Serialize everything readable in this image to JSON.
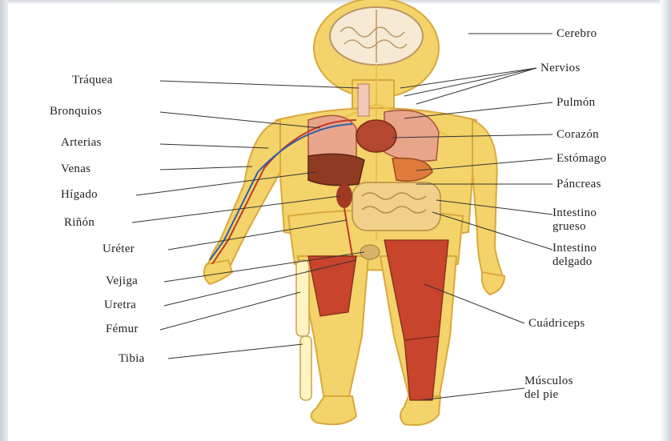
{
  "labels_left": {
    "traquea": "Tráquea",
    "bronquios": "Bronquios",
    "arterias": "Arterias",
    "venas": "Venas",
    "higado": "Hígado",
    "rinon": "Riñón",
    "ureter": "Uréter",
    "vejiga": "Vejiga",
    "uretra": "Uretra",
    "femur": "Fémur",
    "tibia": "Tibia"
  },
  "labels_right": {
    "cerebro": "Cerebro",
    "nervios": "Nervios",
    "pulmon": "Pulmón",
    "corazon": "Corazón",
    "estomago": "Estómago",
    "pancreas": "Páncreas",
    "intestino_grueso_1": "Intestino",
    "intestino_grueso_2": "grueso",
    "intestino_delgado_1": "Intestino",
    "intestino_delgado_2": "delgado",
    "cuadriceps": "Cuádriceps",
    "musculos_pie_1": "Músculos",
    "musculos_pie_2": "del pie"
  },
  "colors": {
    "skin": "#f3d36a",
    "skin_dark": "#d9a93c",
    "muscle": "#c8442c",
    "artery": "#c0392b",
    "vein": "#2f5fa8",
    "organ_red": "#b3472f",
    "lung": "#e9a58a",
    "intestine": "#f1d08a",
    "brain": "#f6ead4"
  }
}
